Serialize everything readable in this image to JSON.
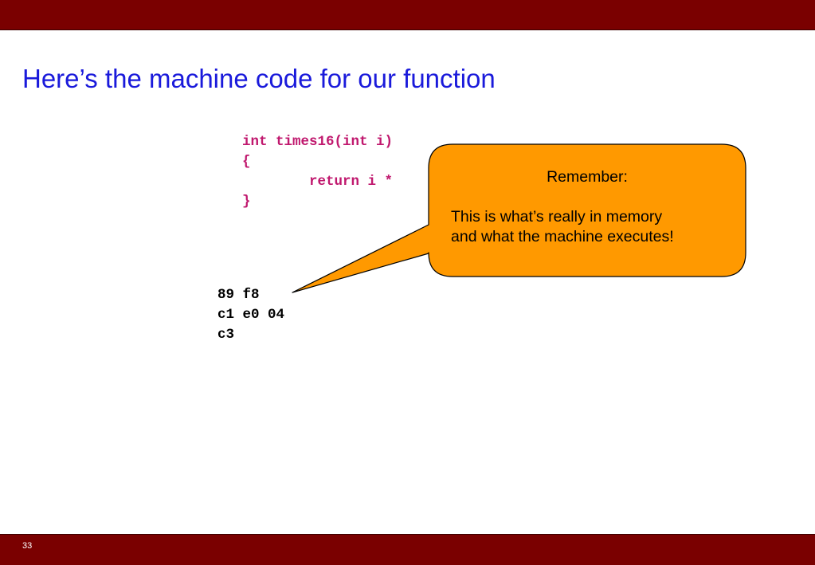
{
  "slide": {
    "title": "Here’s the machine code for our function",
    "number": "33"
  },
  "code": {
    "lines": [
      "int times16(int i)",
      "{",
      "        return i *",
      "}"
    ]
  },
  "machine_code": {
    "lines": [
      "89 f8",
      "c1 e0 04",
      "c3"
    ]
  },
  "callout": {
    "heading": "Remember:",
    "body_lines": [
      "This is what’s really in memory",
      "and what the machine executes!"
    ]
  },
  "colors": {
    "bar": "#7a0000",
    "title": "#1a1adb",
    "code": "#c0186e",
    "callout_fill": "#ff9900"
  }
}
